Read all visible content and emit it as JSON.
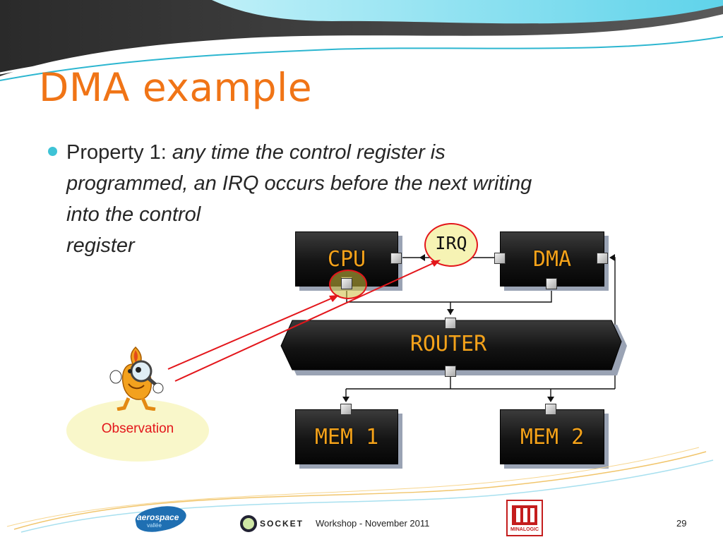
{
  "slide": {
    "title": "DMA example",
    "bullet": {
      "label": "Property 1: ",
      "text_line1": "any time the control register is",
      "text_line2": "programmed, an IRQ occurs before the next writing",
      "text_line3": "into the control",
      "text_line4": "register"
    }
  },
  "diagram": {
    "cpu": "CPU",
    "dma": "DMA",
    "router": "ROUTER",
    "mem1": "MEM 1",
    "mem2": "MEM 2",
    "irq": "IRQ"
  },
  "observation_label": "Observation",
  "footer": {
    "socket_logo": "SOCKET",
    "workshop": "Workshop - November 2011",
    "page_number": "29",
    "aerospace_logo": "aerospace",
    "aerospace_sub": "vallée",
    "minalogic": "MINALOGIC"
  },
  "colors": {
    "title": "#f07416",
    "bullet": "#3ec3d6",
    "box_text": "#f4a21a",
    "highlight": "#f6f3b4",
    "red": "#e3161b"
  },
  "icons": [
    "bullet-dot-icon",
    "mascot-magnifier-icon",
    "socket-logo-icon",
    "aerospace-logo-icon",
    "minalogic-logo-icon"
  ]
}
